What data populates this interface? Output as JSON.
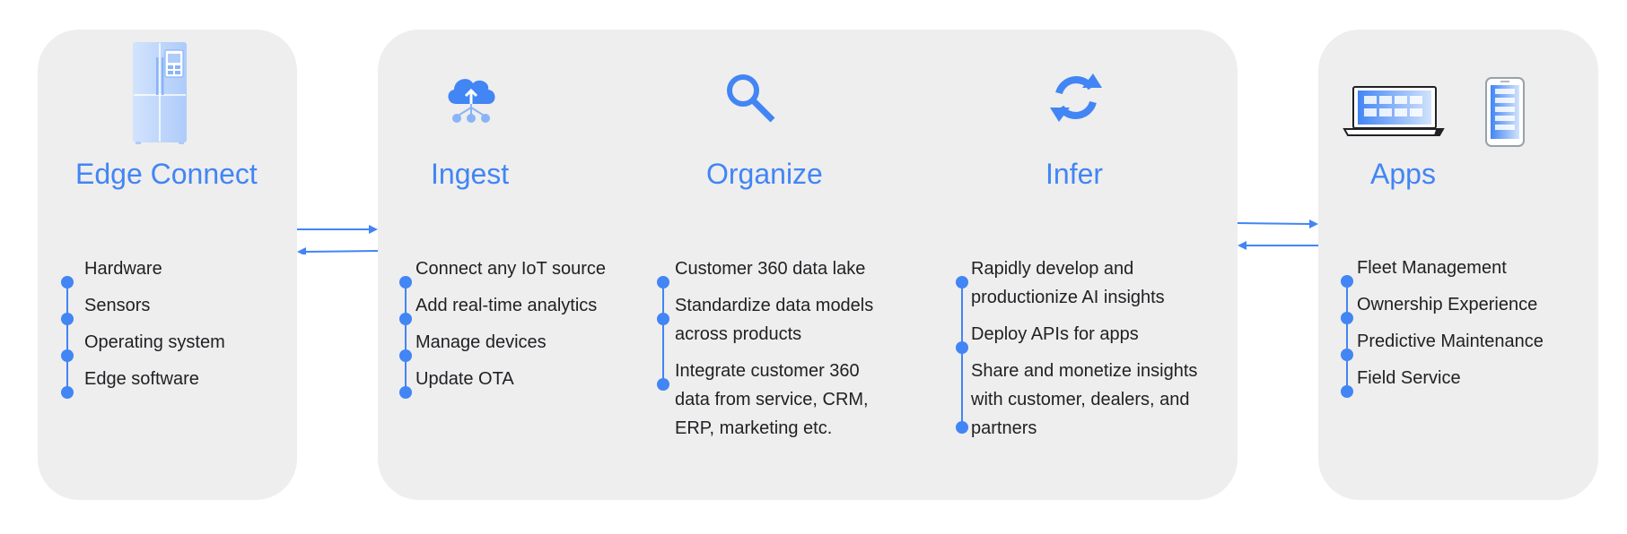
{
  "colors": {
    "accent": "#4285f4",
    "panel": "#eeeeee",
    "text": "#202124"
  },
  "columns": {
    "edge": {
      "title": "Edge Connect",
      "icon": "refrigerator-icon",
      "items": [
        "Hardware",
        "Sensors",
        "Operating system",
        "Edge software"
      ]
    },
    "ingest": {
      "title": "Ingest",
      "icon": "cloud-upload-icon",
      "items": [
        "Connect any IoT source",
        "Add real-time analytics",
        "Manage devices",
        "Update OTA"
      ]
    },
    "organize": {
      "title": "Organize",
      "icon": "search-icon",
      "items": [
        "Customer 360 data lake",
        "Standardize data models across products",
        "Integrate customer 360 data from service, CRM, ERP, marketing etc."
      ]
    },
    "infer": {
      "title": "Infer",
      "icon": "sync-icon",
      "items": [
        "Rapidly develop and productionize AI insights",
        "Deploy APIs for apps",
        "Share and monetize insights with customer, dealers, and partners"
      ]
    },
    "apps": {
      "title": "Apps",
      "icon": "laptop-phone-icon",
      "items": [
        "Fleet Management",
        "Ownership Experience",
        "Predictive Maintenance",
        "Field Service"
      ]
    }
  }
}
